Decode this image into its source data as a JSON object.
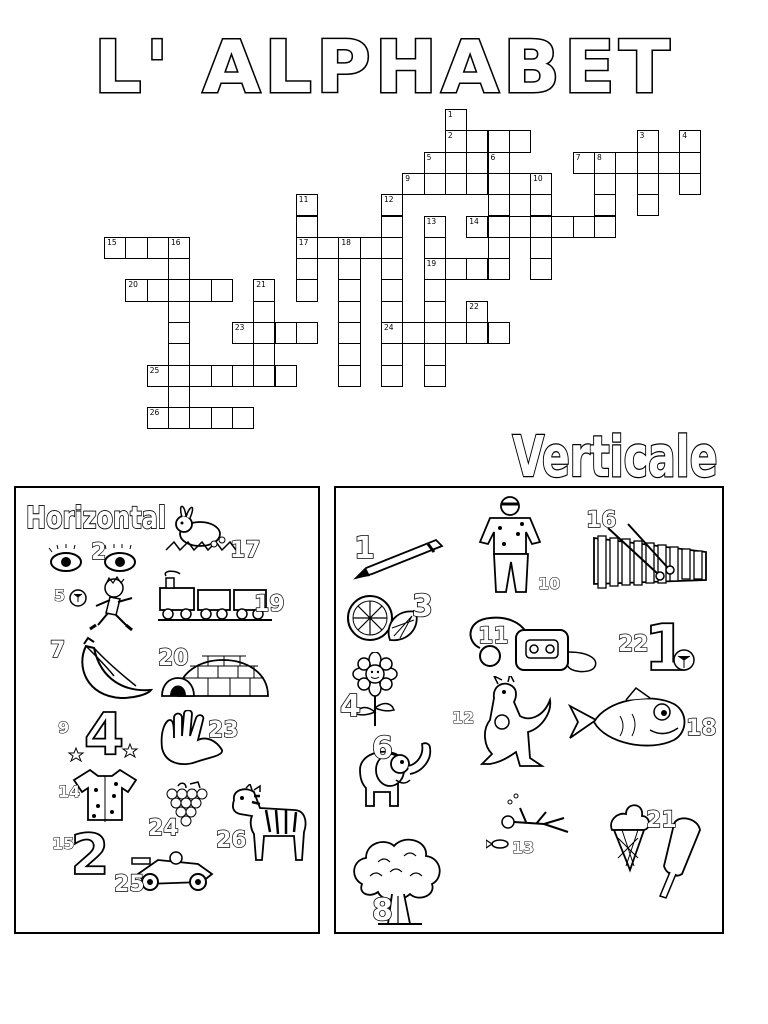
{
  "title": "L' ALPHABET",
  "verticale_title": "Verticale",
  "horizontal_title": "Horizontal",
  "horizontal_clues": [
    {
      "num": "2",
      "icon": "eyes-icon"
    },
    {
      "num": "5",
      "icon": "soccer-boy-icon"
    },
    {
      "num": "7",
      "icon": "banana-icon"
    },
    {
      "num": "9",
      "icon": "number-four-icon"
    },
    {
      "num": "14",
      "icon": "shirt-icon"
    },
    {
      "num": "15",
      "icon": "number-two-icon"
    },
    {
      "num": "17",
      "icon": "rabbit-icon"
    },
    {
      "num": "19",
      "icon": "train-icon"
    },
    {
      "num": "20",
      "icon": "igloo-icon"
    },
    {
      "num": "23",
      "icon": "hand-icon"
    },
    {
      "num": "24",
      "icon": "grapes-icon"
    },
    {
      "num": "25",
      "icon": "race-car-icon"
    },
    {
      "num": "26",
      "icon": "zebra-icon"
    }
  ],
  "vertical_clues": [
    {
      "num": "1",
      "icon": "pen-icon"
    },
    {
      "num": "3",
      "icon": "orange-icon"
    },
    {
      "num": "4",
      "icon": "flower-icon"
    },
    {
      "num": "6",
      "icon": "elephant-icon"
    },
    {
      "num": "8",
      "icon": "tree-icon"
    },
    {
      "num": "10",
      "icon": "man-icon"
    },
    {
      "num": "11",
      "icon": "walkman-icon"
    },
    {
      "num": "12",
      "icon": "kangaroo-icon"
    },
    {
      "num": "13",
      "icon": "swimmer-icon"
    },
    {
      "num": "16",
      "icon": "xylophone-icon"
    },
    {
      "num": "18",
      "icon": "fish-icon"
    },
    {
      "num": "21",
      "icon": "ice-cream-icon"
    },
    {
      "num": "22",
      "icon": "number-one-icon"
    }
  ],
  "crossword": {
    "words": [
      {
        "num": "1",
        "dir": "down",
        "row": 0,
        "col": 18,
        "len": 4
      },
      {
        "num": "2",
        "dir": "across",
        "row": 1,
        "col": 18,
        "len": 4
      },
      {
        "num": "3",
        "dir": "down",
        "row": 1,
        "col": 27,
        "len": 4
      },
      {
        "num": "4",
        "dir": "down",
        "row": 1,
        "col": 29,
        "len": 3
      },
      {
        "num": "5",
        "dir": "across",
        "row": 2,
        "col": 17,
        "len": 4
      },
      {
        "num": "6",
        "dir": "down",
        "row": 2,
        "col": 20,
        "len": 5
      },
      {
        "num": "7",
        "dir": "across",
        "row": 2,
        "col": 24,
        "len": 6
      },
      {
        "num": "8",
        "dir": "down",
        "row": 2,
        "col": 25,
        "len": 4
      },
      {
        "num": "9",
        "dir": "across",
        "row": 3,
        "col": 16,
        "len": 6
      },
      {
        "num": "10",
        "dir": "down",
        "row": 3,
        "col": 22,
        "len": 5
      },
      {
        "num": "11",
        "dir": "down",
        "row": 4,
        "col": 11,
        "len": 5
      },
      {
        "num": "12",
        "dir": "down",
        "row": 4,
        "col": 15,
        "len": 9
      },
      {
        "num": "13",
        "dir": "down",
        "row": 5,
        "col": 17,
        "len": 8
      },
      {
        "num": "14",
        "dir": "across",
        "row": 5,
        "col": 19,
        "len": 7
      },
      {
        "num": "15",
        "dir": "across",
        "row": 6,
        "col": 2,
        "len": 4
      },
      {
        "num": "16",
        "dir": "down",
        "row": 6,
        "col": 5,
        "len": 9
      },
      {
        "num": "17",
        "dir": "across",
        "row": 6,
        "col": 11,
        "len": 5
      },
      {
        "num": "18",
        "dir": "down",
        "row": 6,
        "col": 13,
        "len": 7
      },
      {
        "num": "19",
        "dir": "across",
        "row": 7,
        "col": 17,
        "len": 4
      },
      {
        "num": "20",
        "dir": "across",
        "row": 8,
        "col": 3,
        "len": 5
      },
      {
        "num": "21",
        "dir": "down",
        "row": 8,
        "col": 9,
        "len": 4
      },
      {
        "num": "22",
        "dir": "down",
        "row": 9,
        "col": 19,
        "len": 2
      },
      {
        "num": "23",
        "dir": "across",
        "row": 10,
        "col": 8,
        "len": 4
      },
      {
        "num": "24",
        "dir": "across",
        "row": 10,
        "col": 15,
        "len": 6
      },
      {
        "num": "25",
        "dir": "across",
        "row": 12,
        "col": 4,
        "len": 7
      },
      {
        "num": "26",
        "dir": "across",
        "row": 14,
        "col": 4,
        "len": 5
      }
    ]
  }
}
